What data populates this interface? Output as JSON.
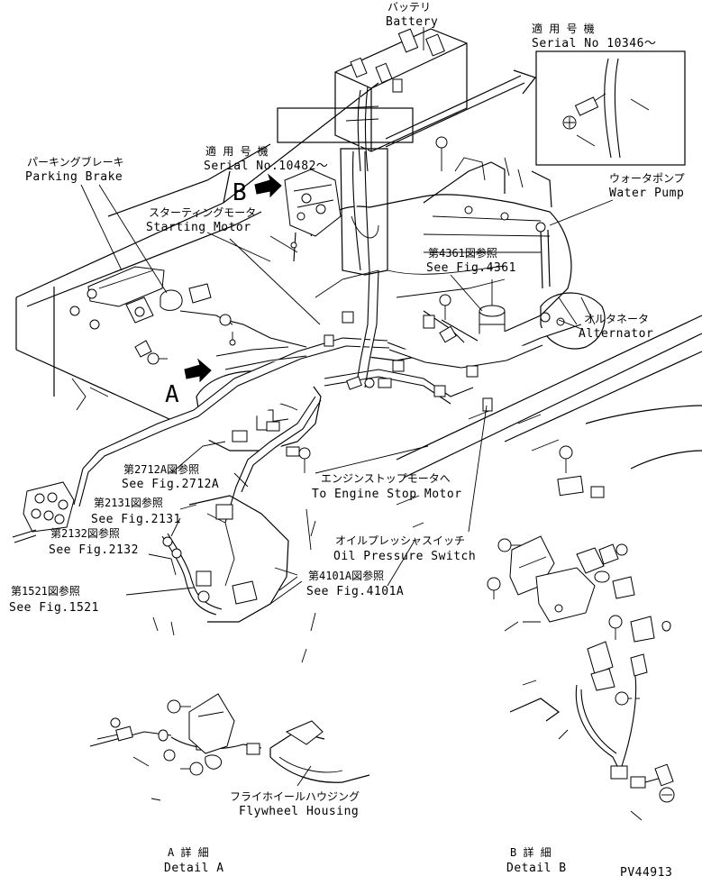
{
  "labels": {
    "battery": {
      "jp": "バッテリ",
      "en": "Battery"
    },
    "serial_10346": {
      "jp": "適 用 号 機",
      "en": "Serial No 10346～"
    },
    "parking_brake": {
      "jp": "パーキングブレーキ",
      "en": "Parking Brake"
    },
    "serial_10482": {
      "jp": "適 用 号 機",
      "en": "Serial No.10482～"
    },
    "water_pump": {
      "jp": "ウォータポンプ",
      "en": "Water Pump"
    },
    "detail_b_marker": "B",
    "starting_motor": {
      "jp": "スターティングモータ",
      "en": "Starting Motor"
    },
    "fig_4361": {
      "jp": "第4361図参照",
      "en": "See Fig.4361"
    },
    "alternator": {
      "jp": "オルタネータ",
      "en": "Alternator"
    },
    "detail_a_marker": "A",
    "fig_2712a": {
      "jp": "第2712A図参照",
      "en": "See Fig.2712A"
    },
    "engine_stop_motor": {
      "jp": "エンジンストップモータへ",
      "en": "To Engine Stop Motor"
    },
    "fig_2131": {
      "jp": "第2131図参照",
      "en": "See Fig.2131"
    },
    "oil_pressure_switch": {
      "jp": "オイルプレッシャスイッチ",
      "en": "Oil Pressure Switch"
    },
    "fig_2132": {
      "jp": "第2132図参照",
      "en": "See Fig.2132"
    },
    "fig_4101a": {
      "jp": "第4101A図参照",
      "en": "See Fig.4101A"
    },
    "fig_1521": {
      "jp": "第1521図参照",
      "en": "See Fig.1521"
    },
    "flywheel_housing": {
      "jp": "フライホイールハウジング",
      "en": "Flywheel Housing"
    },
    "detail_a": {
      "jp": "A 詳 細",
      "en": "Detail A"
    },
    "detail_b": {
      "jp": "B 詳 細",
      "en": "Detail B"
    },
    "drawing_number": "PV44913"
  }
}
